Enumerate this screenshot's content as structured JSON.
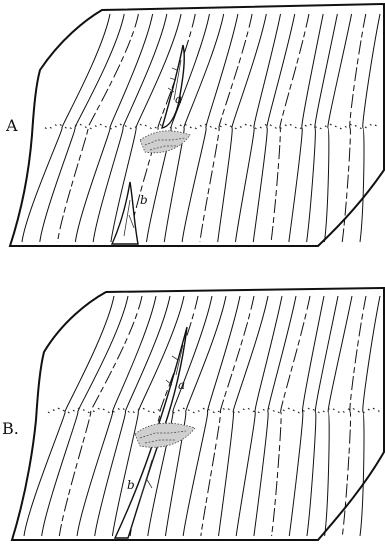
{
  "figure": {
    "panels": [
      {
        "id": "A",
        "label": "A",
        "marks": [
          "a",
          "b"
        ]
      },
      {
        "id": "B",
        "label": "B.",
        "marks": [
          "a",
          "b"
        ]
      }
    ],
    "ink_color": "#111111",
    "background": "#ffffff"
  }
}
